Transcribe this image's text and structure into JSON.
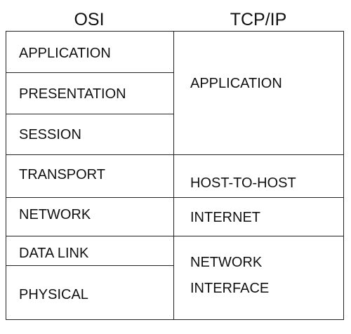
{
  "headers": {
    "osi": "OSI",
    "tcpip": "TCP/IP"
  },
  "osi_layers": [
    "APPLICATION",
    "PRESENTATION",
    "SESSION",
    "TRANSPORT",
    "NETWORK",
    "DATA LINK",
    "PHYSICAL"
  ],
  "tcpip_layers": {
    "application": "APPLICATION",
    "host_to_host": "HOST-TO-HOST",
    "internet": "INTERNET",
    "network_interface_line1": "NETWORK",
    "network_interface_line2": "INTERFACE"
  }
}
